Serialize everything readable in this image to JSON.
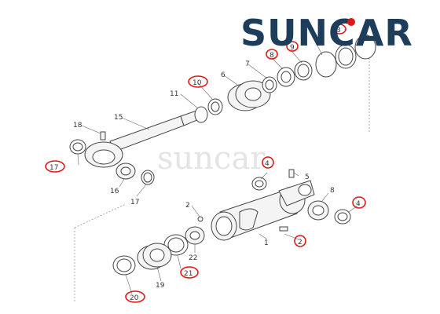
{
  "brand": {
    "logo_text": "SUNCAR",
    "watermark": "suncar",
    "logo_color": "#1d3d5a",
    "highlight_color": "#e01818"
  },
  "callouts": {
    "c1": "1",
    "c2a": "2",
    "c2b": "2",
    "c3": "3",
    "c4a": "4",
    "c4b": "4",
    "c4c": "4",
    "c5": "5",
    "c6": "6",
    "c7": "7",
    "c8a": "8",
    "c8b": "8",
    "c9": "9",
    "c10": "10",
    "c11": "11",
    "c15": "15",
    "c16": "16",
    "c17a": "17",
    "c17b": "17",
    "c18": "18",
    "c19": "19",
    "c20": "20",
    "c21": "21",
    "c22": "22"
  },
  "highlighted_callouts": [
    "3",
    "8",
    "9",
    "10",
    "17",
    "4",
    "2",
    "21",
    "20"
  ]
}
